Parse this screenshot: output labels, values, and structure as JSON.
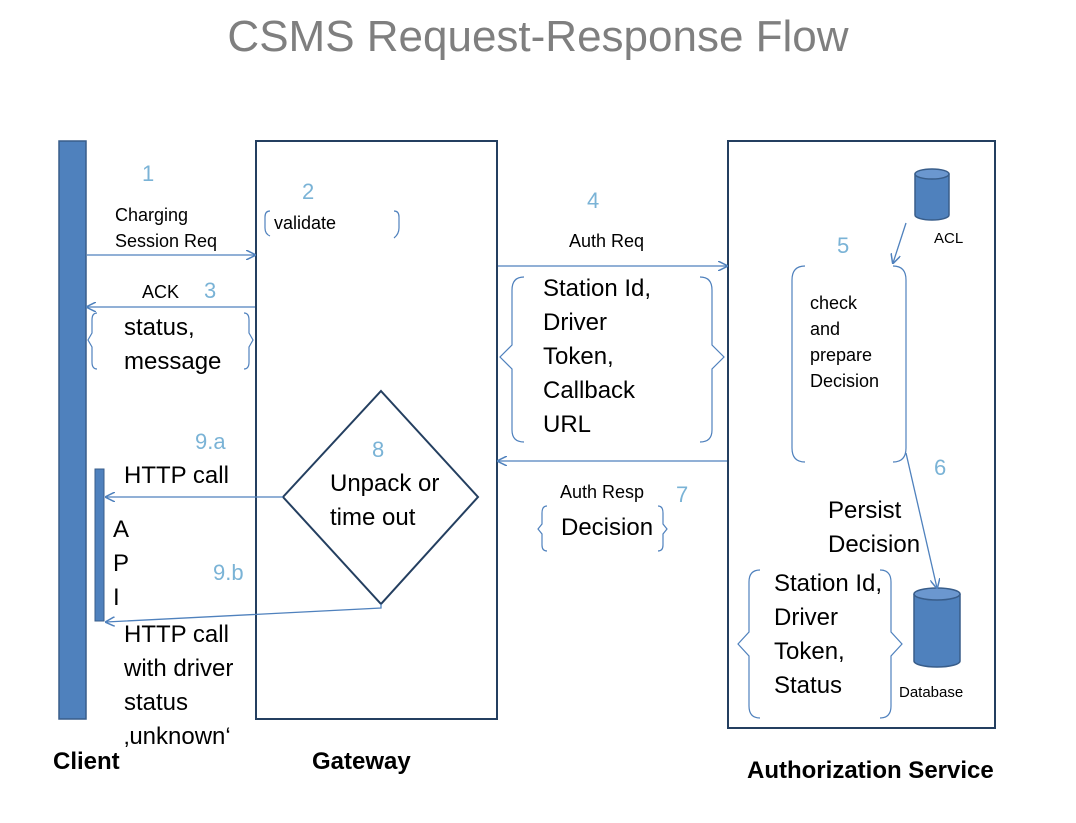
{
  "title": "CSMS Request-Response Flow",
  "lanes": {
    "client": "Client",
    "gateway": "Gateway",
    "auth_service": "Authorization Service"
  },
  "steps": {
    "s1": {
      "num": "1",
      "label_line1": "Charging",
      "label_line2": "Session Req"
    },
    "s2": {
      "num": "2",
      "label": "validate"
    },
    "s3": {
      "num": "3",
      "label": "ACK",
      "payload": [
        "status,",
        "message"
      ]
    },
    "s4": {
      "num": "4",
      "label": "Auth Req",
      "payload": [
        "Station Id,",
        "Driver",
        "Token,",
        "Callback",
        "URL"
      ]
    },
    "s5": {
      "num": "5",
      "label": [
        "check",
        "and",
        "prepare",
        "Decision"
      ]
    },
    "s6": {
      "num": "6",
      "label": [
        "Persist",
        "Decision"
      ],
      "payload": [
        "Station Id,",
        "Driver",
        "Token,",
        "Status"
      ]
    },
    "s7": {
      "num": "7",
      "label": "Auth Resp",
      "payload": "Decision"
    },
    "s8": {
      "num": "8",
      "label": [
        "Unpack or",
        "time out"
      ]
    },
    "s9a": {
      "num": "9.a",
      "label": "HTTP call"
    },
    "s9b": {
      "num": "9.b",
      "label": [
        "HTTP call",
        "with driver",
        "status",
        "‚unknown‘"
      ]
    }
  },
  "api_letters": [
    "A",
    "P",
    "I"
  ],
  "stores": {
    "acl": "ACL",
    "database": "Database"
  },
  "colors": {
    "fill": "#4f81bd",
    "stroke": "#385d8a",
    "line": "#4f81bd",
    "number": "#7ab3d6",
    "title": "#7f7f7f"
  }
}
